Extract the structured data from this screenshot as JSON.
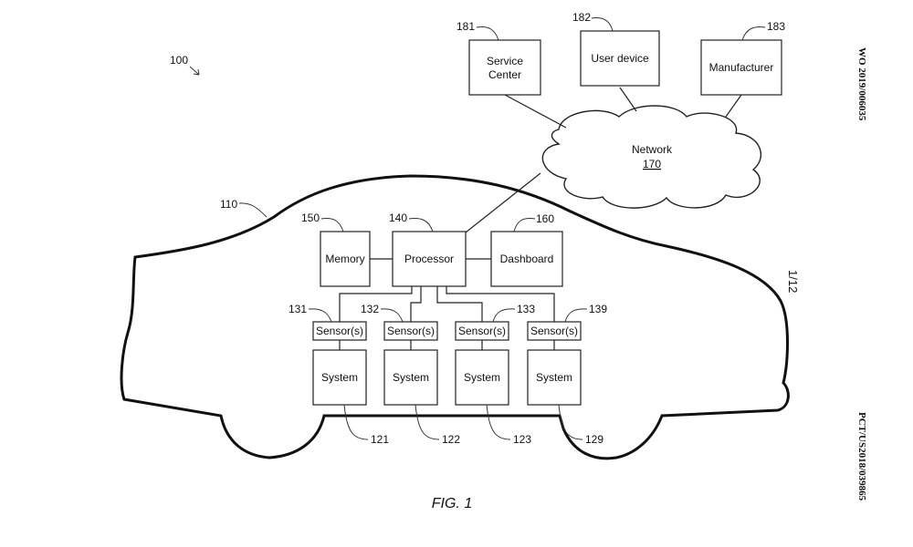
{
  "figure": {
    "ref_overall": "100",
    "caption": "FIG. 1",
    "page_indicator": "1/12",
    "header_pub": "WO 2019/006035",
    "header_app": "PCT/US2018/039865"
  },
  "vehicle": {
    "ref": "110"
  },
  "external": {
    "service_center": {
      "label_line1": "Service",
      "label_line2": "Center",
      "ref": "181"
    },
    "user_device": {
      "label": "User device",
      "ref": "182"
    },
    "manufacturer": {
      "label": "Manufacturer",
      "ref": "183"
    },
    "network": {
      "label": "Network",
      "ref": "170"
    }
  },
  "core": {
    "memory": {
      "label": "Memory",
      "ref": "150"
    },
    "processor": {
      "label": "Processor",
      "ref": "140"
    },
    "dashboard": {
      "label": "Dashboard",
      "ref": "160"
    }
  },
  "sensors": [
    {
      "label": "Sensor(s)",
      "ref": "131"
    },
    {
      "label": "Sensor(s)",
      "ref": "132"
    },
    {
      "label": "Sensor(s)",
      "ref": "133"
    },
    {
      "label": "Sensor(s)",
      "ref": "139"
    }
  ],
  "systems": [
    {
      "label": "System",
      "ref": "121"
    },
    {
      "label": "System",
      "ref": "122"
    },
    {
      "label": "System",
      "ref": "123"
    },
    {
      "label": "System",
      "ref": "129"
    }
  ]
}
